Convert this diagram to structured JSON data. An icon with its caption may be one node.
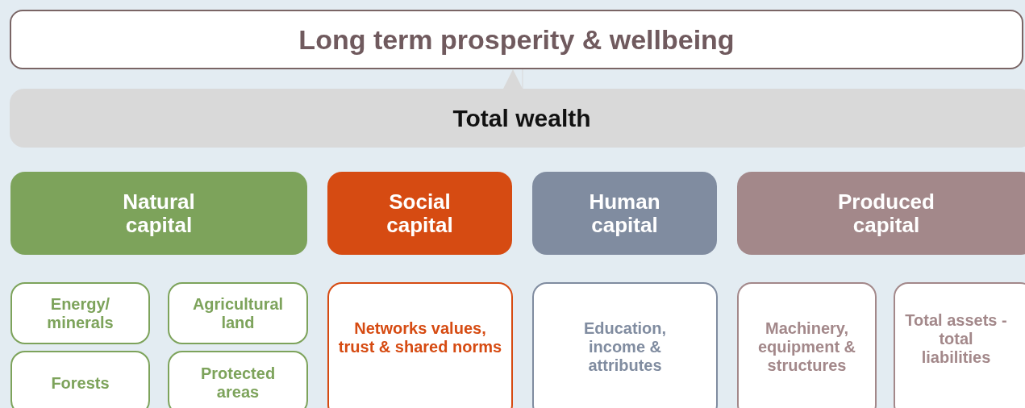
{
  "diagram": {
    "nodes": [
      {
        "text": [
          "Long term prosperity & wellbeing"
        ]
      },
      {
        "text": [
          "Total wealth"
        ]
      },
      {
        "text": [
          "Natural capital"
        ]
      },
      {
        "text": [
          "Social capital"
        ]
      },
      {
        "text": [
          "Human capital"
        ]
      },
      {
        "text": [
          "Produced capital"
        ]
      },
      {
        "text": [
          "Energy/ minerals"
        ]
      },
      {
        "text": [
          "Agricultural land"
        ]
      },
      {
        "text": [
          "Forests"
        ]
      },
      {
        "text": [
          "Protected areas"
        ]
      },
      {
        "text": [
          "Networks values, trust & shared norms"
        ]
      },
      {
        "text": [
          "Education, income & attributes"
        ]
      },
      {
        "text": [
          "Machinery, equipment & structures"
        ]
      },
      {
        "text": [
          "Total assets - total liabilities"
        ]
      }
    ],
    "edges": [
      {
        "from": 1,
        "to": 0,
        "arrow": "to"
      }
    ]
  }
}
